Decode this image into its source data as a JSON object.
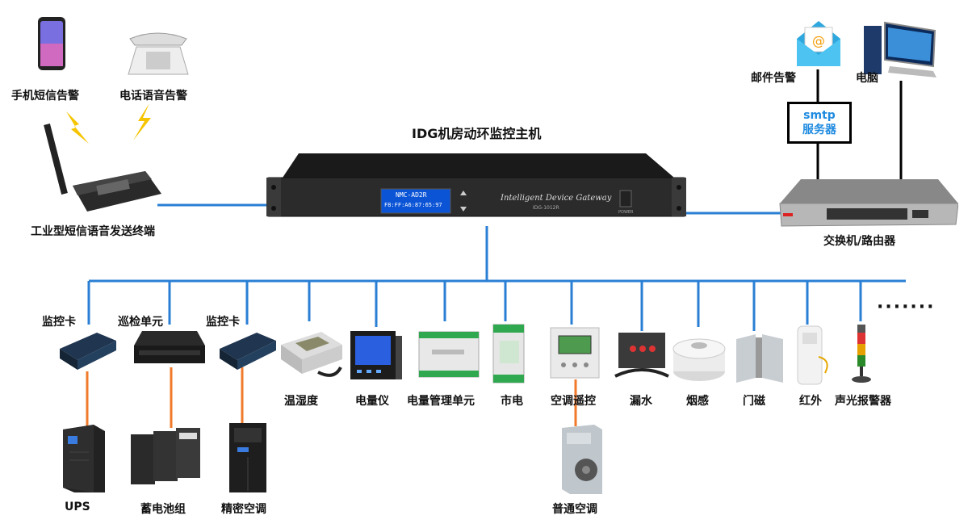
{
  "diagram": {
    "title": "IDG机房动环监控主机",
    "display_line1": "NMC-AD2R",
    "display_line2": "F8:FF:A6:87:65:97",
    "brand_text": "Intelligent Device Gateway",
    "model_text": "IDG-1012R",
    "power_text": "POWER",
    "top_left": {
      "phone": "手机短信告警",
      "telephone": "电话语音告警",
      "terminal": "工业型短信语音发送终端"
    },
    "top_right": {
      "email": "邮件告警",
      "pc": "电脑",
      "smtp_line1": "smtp",
      "smtp_line2": "服务器",
      "switch": "交换机/路由器"
    },
    "bus_top_labels": {
      "card1": "监控卡",
      "patrol": "巡检单元",
      "card2": "监控卡"
    },
    "devices": [
      "温湿度",
      "电量仪",
      "电量管理单元",
      "市电",
      "空调遥控",
      "漏水",
      "烟感",
      "门磁",
      "红外",
      "声光报警器"
    ],
    "ellipsis": "·······",
    "bottom": {
      "ups": "UPS",
      "battery": "蓄电池组",
      "precision_ac": "精密空调",
      "normal_ac": "普通空调"
    },
    "colors": {
      "bus": "#2a7fd4",
      "sub_line": "#f07a2a",
      "smtp_text": "#1f8be0"
    }
  }
}
